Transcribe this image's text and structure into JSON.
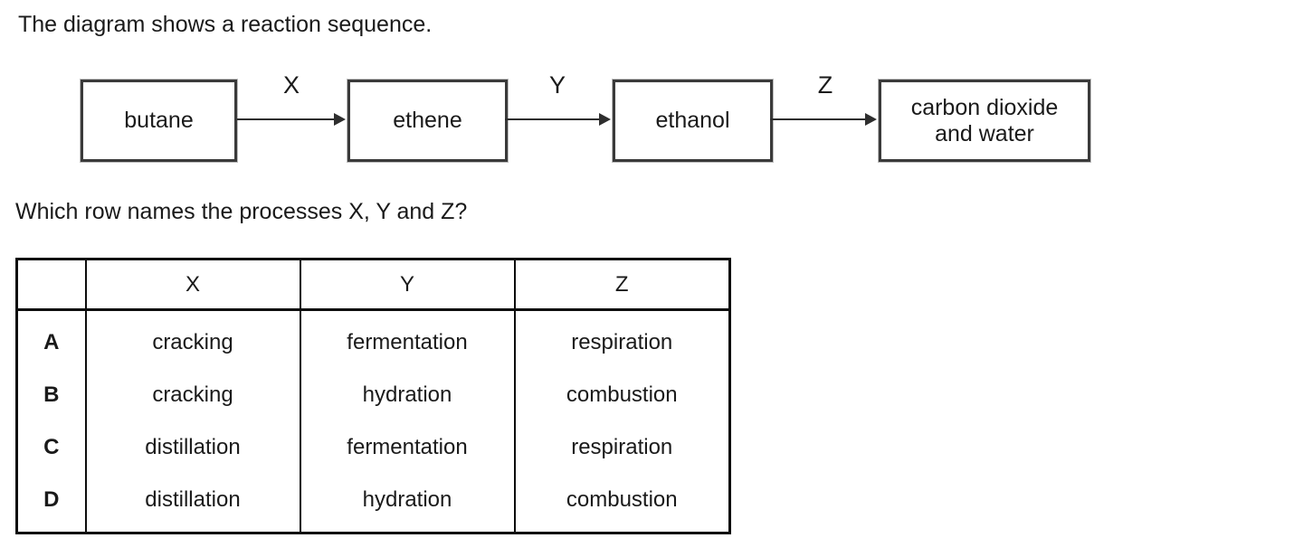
{
  "page": {
    "intro": "The diagram shows a reaction sequence.",
    "question": "Which row names the processes X, Y and Z?"
  },
  "diagram": {
    "boxes": [
      {
        "label": "butane"
      },
      {
        "label": "ethene"
      },
      {
        "label": "ethanol"
      },
      {
        "label": "carbon dioxide and water"
      }
    ],
    "arrow_labels": [
      "X",
      "Y",
      "Z"
    ]
  },
  "table": {
    "corner": "",
    "col_headers": [
      "X",
      "Y",
      "Z"
    ],
    "rows": [
      {
        "option": "A",
        "cells": [
          "cracking",
          "fermentation",
          "respiration"
        ]
      },
      {
        "option": "B",
        "cells": [
          "cracking",
          "hydration",
          "combustion"
        ]
      },
      {
        "option": "C",
        "cells": [
          "distillation",
          "fermentation",
          "respiration"
        ]
      },
      {
        "option": "D",
        "cells": [
          "distillation",
          "hydration",
          "combustion"
        ]
      }
    ]
  }
}
